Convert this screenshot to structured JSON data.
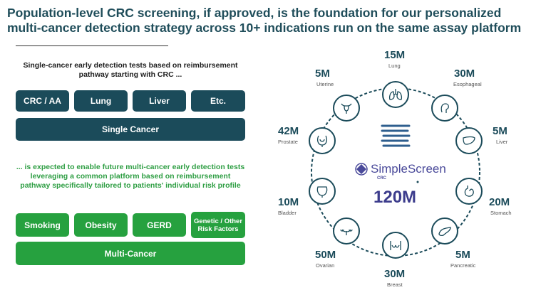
{
  "title": {
    "line1": "Population-level CRC screening, if approved, is the foundation for our personalized",
    "line2": "multi-cancer detection strategy across 10+ indications run on the same assay platform"
  },
  "left": {
    "caption_top": "Single-cancer early detection tests based on reimbursement pathway starting with CRC ...",
    "single_tiles": [
      "CRC / AA",
      "Lung",
      "Liver",
      "Etc."
    ],
    "single_bar": "Single Cancer",
    "caption_mid": "... is expected to enable future multi-cancer early detection tests leveraging a common platform based on reimbursement pathway specifically tailored to patients' individual risk profile",
    "multi_tiles": [
      "Smoking",
      "Obesity",
      "GERD",
      "Genetic / Other Risk Factors"
    ],
    "multi_bar": "Multi-Cancer"
  },
  "wheel": {
    "logo": "SimpleScreen",
    "logo_sub": "CRC",
    "total": "120M",
    "items": [
      {
        "value": "15M",
        "label": "Lung",
        "icon": "lungs-icon"
      },
      {
        "value": "30M",
        "label": "Esophageal",
        "icon": "esophagus-icon"
      },
      {
        "value": "5M",
        "label": "Liver",
        "icon": "liver-icon"
      },
      {
        "value": "20M",
        "label": "Stomach",
        "icon": "stomach-icon"
      },
      {
        "value": "5M",
        "label": "Pancreatic",
        "icon": "pancreas-icon"
      },
      {
        "value": "30M",
        "label": "Breast",
        "icon": "breast-icon"
      },
      {
        "value": "50M",
        "label": "Ovarian",
        "icon": "ovary-icon"
      },
      {
        "value": "10M",
        "label": "Bladder",
        "icon": "bladder-icon"
      },
      {
        "value": "42M",
        "label": "Prostate",
        "icon": "prostate-icon"
      },
      {
        "value": "5M",
        "label": "Uterine",
        "icon": "uterus-icon"
      }
    ]
  },
  "colors": {
    "teal": "#1b4b5a",
    "green": "#26a13f",
    "purple": "#4a4a9a"
  }
}
